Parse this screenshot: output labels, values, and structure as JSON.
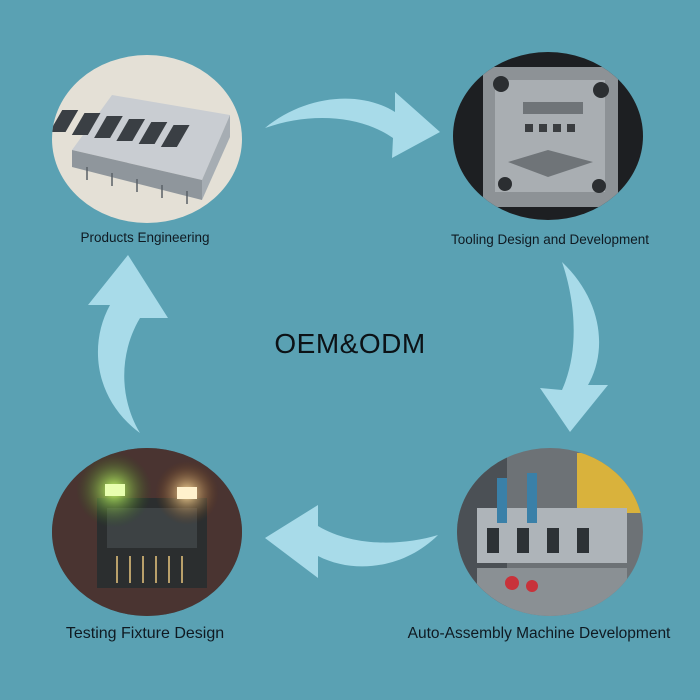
{
  "center_title": "OEM&ODM",
  "steps": [
    {
      "label": "Products Engineering"
    },
    {
      "label": "Tooling Design and Development"
    },
    {
      "label": "Auto-Assembly Machine Development"
    },
    {
      "label": "Testing Fixture Design"
    }
  ],
  "colors": {
    "background": "#5aa1b3",
    "arrow": "#a8dbe9",
    "text": "#0f1a22"
  }
}
